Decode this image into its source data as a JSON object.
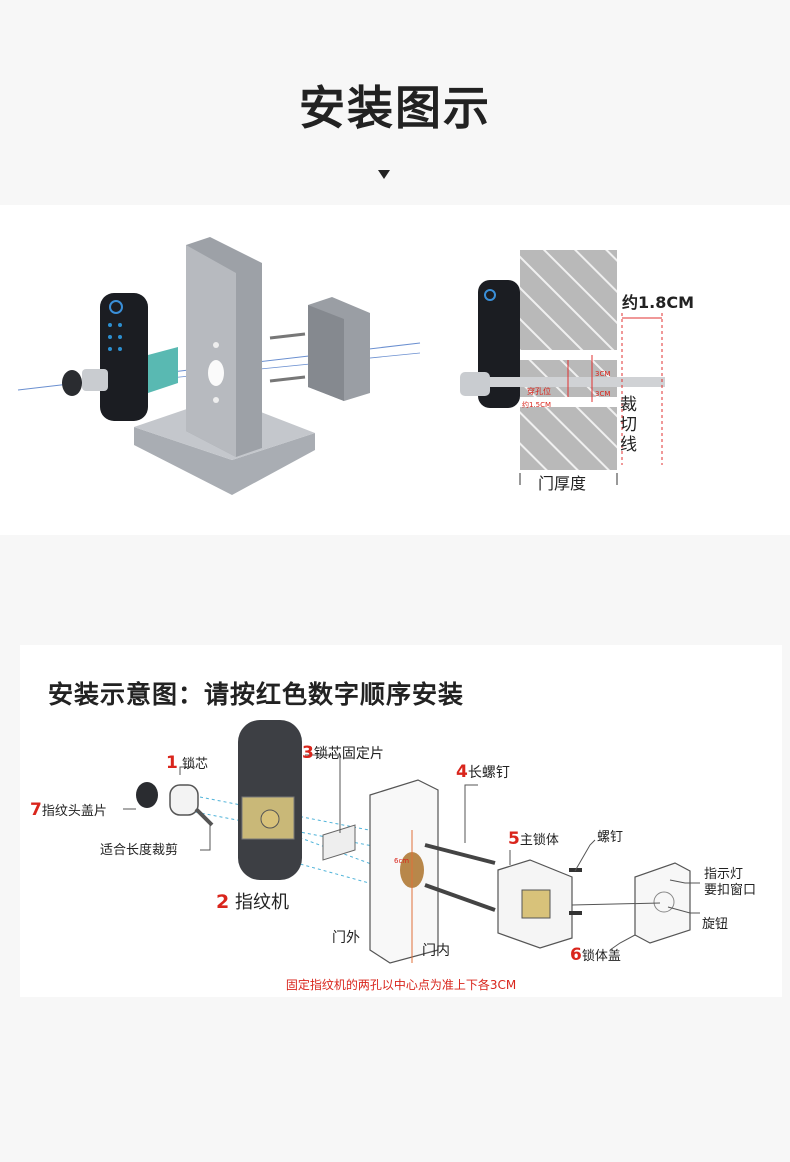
{
  "page": {
    "title": "安装图示"
  },
  "top_diagram": {
    "label_thickness": "约1.8CM",
    "label_cut": "裁切线",
    "label_door": "门厚度",
    "label_hole": "穿孔位",
    "label_hole_dia": "约1.5CM",
    "label_3cm_top": "3CM",
    "label_3cm_bottom": "3CM"
  },
  "bottom_diagram": {
    "title": "安装示意图：请按红色数字顺序安装",
    "parts": [
      {
        "num": "1",
        "label": "锁芯"
      },
      {
        "num": "2",
        "label": "指纹机"
      },
      {
        "num": "3",
        "label": "锁芯固定片"
      },
      {
        "num": "4",
        "label": "长螺钉"
      },
      {
        "num": "5",
        "label": "主锁体"
      },
      {
        "num": "6",
        "label": "锁体盖"
      },
      {
        "num": "7",
        "label": "指纹头盖片"
      }
    ],
    "label_cut_length": "适合长度裁剪",
    "label_screw": "螺钉",
    "label_indicator_1": "指示灯",
    "label_indicator_2": "要扣窗口",
    "label_knob": "旋钮",
    "label_outside": "门外",
    "label_inside": "门内",
    "label_small_6cm": "6cm",
    "footer_note": "固定指纹机的两孔以中心点为准上下各3CM"
  }
}
